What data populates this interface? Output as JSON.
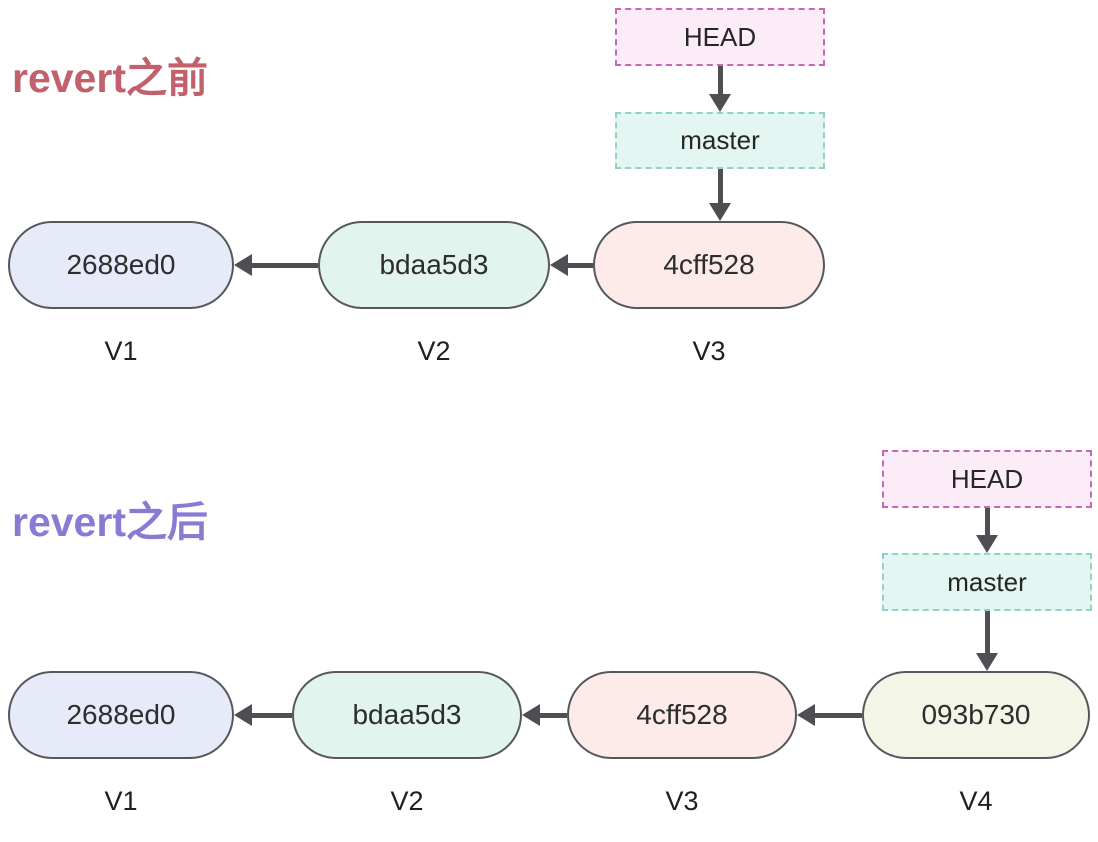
{
  "colors": {
    "title_before": "#c2606c",
    "title_after": "#8b7ad4",
    "head_bg": "#fbecf7",
    "head_border": "#c668b4",
    "master_bg": "#e3f6f2",
    "master_border": "#90d2ca",
    "commit_border": "#55575a",
    "arrow": "#4d4f52",
    "commit_v1_bg": "#e6eaf9",
    "commit_v2_bg": "#e2f4ee",
    "commit_v3_bg": "#fcebe8",
    "commit_v4_bg": "#f3f6e6"
  },
  "before": {
    "title": "revert之前",
    "head_label": "HEAD",
    "master_label": "master",
    "commits": [
      {
        "hash": "2688ed0",
        "version": "V1"
      },
      {
        "hash": "bdaa5d3",
        "version": "V2"
      },
      {
        "hash": "4cff528",
        "version": "V3"
      }
    ]
  },
  "after": {
    "title": "revert之后",
    "head_label": "HEAD",
    "master_label": "master",
    "commits": [
      {
        "hash": "2688ed0",
        "version": "V1"
      },
      {
        "hash": "bdaa5d3",
        "version": "V2"
      },
      {
        "hash": "4cff528",
        "version": "V3"
      },
      {
        "hash": "093b730",
        "version": "V4"
      }
    ]
  }
}
